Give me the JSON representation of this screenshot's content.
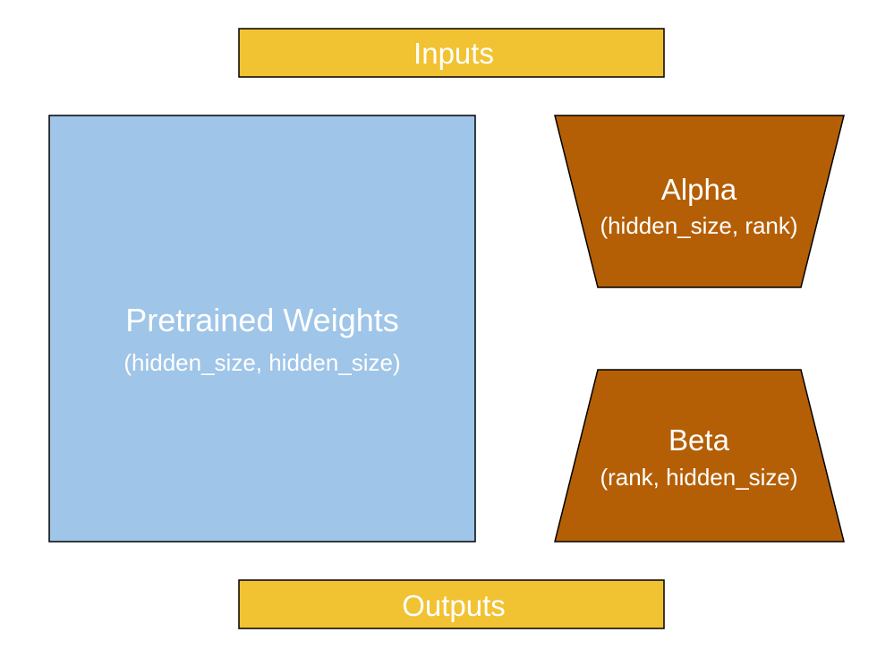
{
  "colors": {
    "io": "#F1C232",
    "weights": "#9FC5E8",
    "adapter": "#B45F06",
    "outline": "#000000",
    "text": "#FFFFFF"
  },
  "inputs": {
    "label": "Inputs"
  },
  "outputs": {
    "label": "Outputs"
  },
  "weights": {
    "label": "Pretrained Weights",
    "shape": "(hidden_size, hidden_size)"
  },
  "alpha": {
    "label": "Alpha",
    "shape": "(hidden_size, rank)"
  },
  "beta": {
    "label": "Beta",
    "shape": "(rank, hidden_size)"
  }
}
